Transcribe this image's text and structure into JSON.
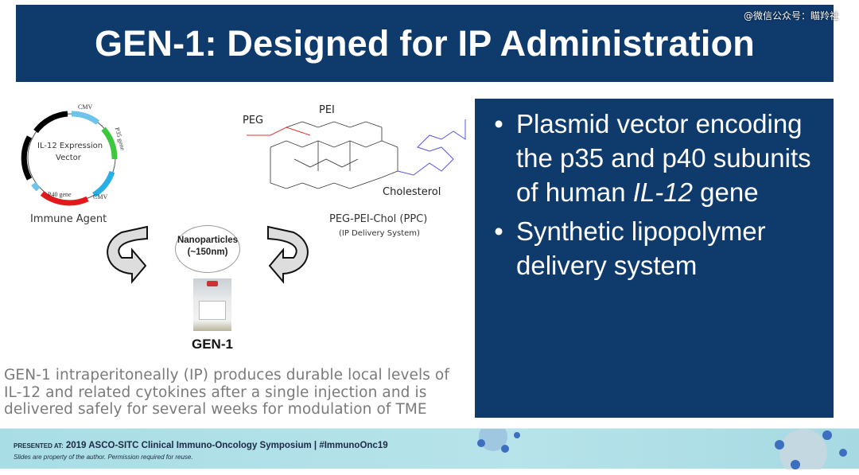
{
  "title": "GEN-1: Designed for IP Administration",
  "watermark": "@微信公众号：瞄羚社",
  "bullets": [
    {
      "text": "Plasmid vector encoding the p35 and p40 subunits of human ",
      "italic": "IL-12",
      "tail": " gene"
    },
    {
      "text": "Synthetic lipopolymer delivery system"
    }
  ],
  "diagram": {
    "vector_label_1": "IL-12 Expression",
    "vector_label_2": "Vector",
    "cmv_top": "CMV",
    "p35": "P35 gene",
    "p40": "P40 gene",
    "cmv_bottom": "CMV",
    "immune_agent": "Immune Agent",
    "peg": "PEG",
    "pei": "PEI",
    "cholesterol": "Cholesterol",
    "ppc": "PEG-PEI-Chol (PPC)",
    "ip_delivery": "(IP Delivery System)",
    "nano_1": "Nanoparticles",
    "nano_2": "(~150nm)",
    "gen1": "GEN-1"
  },
  "caption": "GEN-1 intraperitoneally (IP) produces durable local levels of IL-12 and related cytokines after a single injection and is delivered safely for several weeks for modulation of TME",
  "footer": {
    "presented_at": "PRESENTED AT:",
    "event": "2019 ASCO-SITC Clinical Immuno-Oncology Symposium | #ImmunoOnc19",
    "notice": "Slides are property of the author. Permission required for reuse."
  }
}
